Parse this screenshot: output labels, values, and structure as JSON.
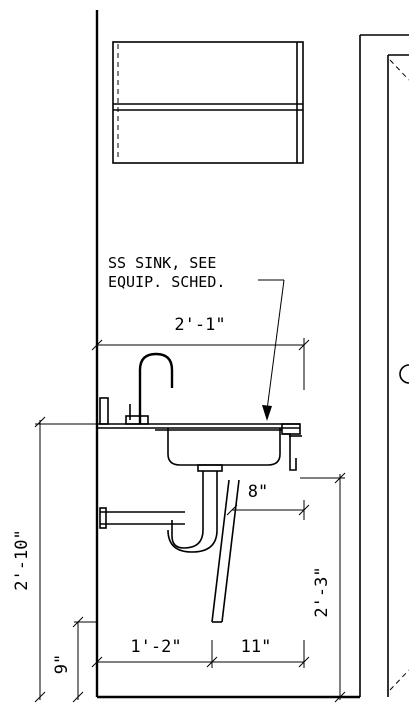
{
  "callout": {
    "line1": "SS SINK, SEE",
    "line2": "EQUIP. SCHED."
  },
  "dimensions": {
    "overall_width": "2'-1\"",
    "counter_height": "2'-10\"",
    "side_height": "2'-3\"",
    "side_offset": "8\"",
    "base_height": "9\"",
    "base_left": "1'-2\"",
    "base_right": "11\""
  }
}
